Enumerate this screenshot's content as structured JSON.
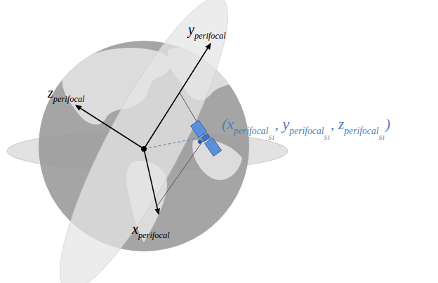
{
  "diagram": {
    "labels": [
      "z",
      "perifocal",
      "y",
      "perifocal",
      "x",
      "perifocal",
      "(x",
      "perifocal",
      "S1",
      ", y",
      "perifocal",
      "S1",
      ", z",
      "perifocal",
      "S1",
      ")"
    ]
  }
}
